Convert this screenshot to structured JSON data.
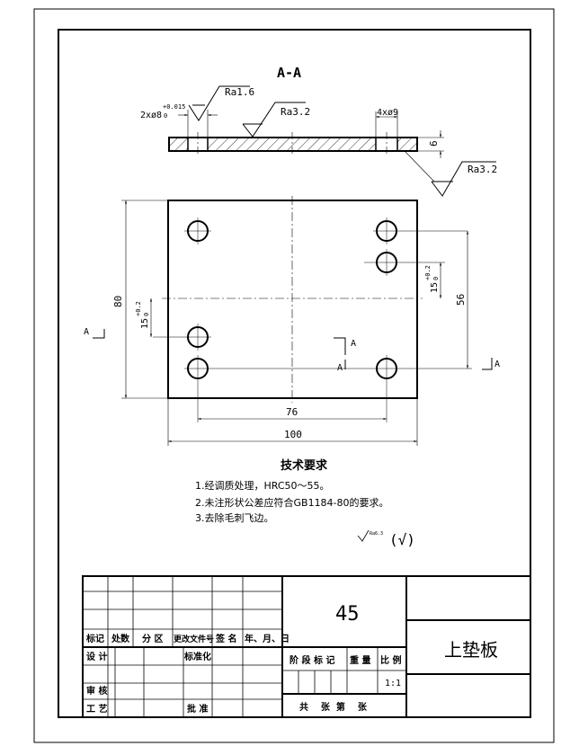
{
  "section_view": {
    "title": "A-A",
    "hole_callout_small": "2xø8",
    "hole_callout_small_tol": "+0.015",
    "hole_callout_small_tol_lower": "0",
    "hole_callout_large": "4xø9",
    "thickness": "6",
    "roughness_top_left": "Ra1.6",
    "roughness_top_mid": "Ra3.2",
    "roughness_side": "Ra3.2"
  },
  "plan_view": {
    "width_dim": "100",
    "hole_spacing_x": "76",
    "height_dim": "80",
    "hole_spacing_y": "56",
    "offset_left": "15",
    "offset_left_tol": "+0.2",
    "offset_left_tol_lower": "0",
    "offset_right": "15",
    "offset_right_tol": "+0.2",
    "offset_right_tol_lower": "0",
    "section_marker": "A"
  },
  "tech_requirements": {
    "title": "技术要求",
    "items": [
      "1.经调质处理，HRC50～55。",
      "2.未注形状公差应符合GB1184-80的要求。",
      "3.去除毛刺飞边。"
    ],
    "general_roughness": "Ra6.3",
    "general_roughness_suffix": "(√)"
  },
  "title_block": {
    "material": "45",
    "part_name": "上垫板",
    "headers": [
      "标记",
      "处数",
      "分 区",
      "更改文件号",
      "签 名",
      "年、月、日"
    ],
    "row_design": "设 计",
    "row_standard": "标准化",
    "row_review": "审 核",
    "row_process": "工 艺",
    "row_approve": "批 准",
    "stage_mark": "阶 段 标 记",
    "weight": "重 量",
    "scale_label": "比 例",
    "scale_value": "1:1",
    "sheets": "共    张  第    张"
  }
}
